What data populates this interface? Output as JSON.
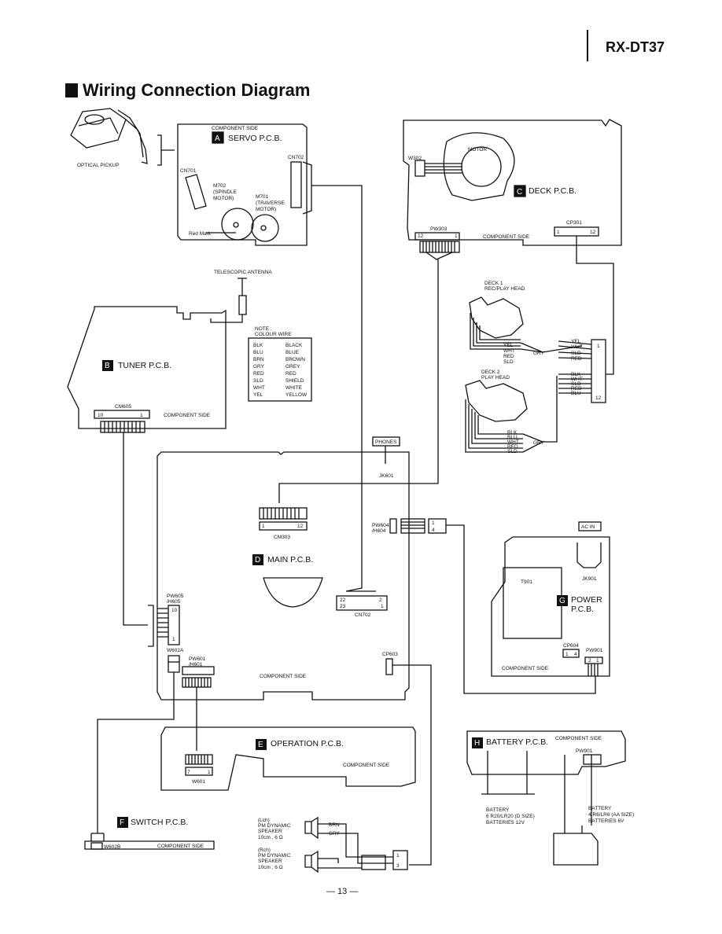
{
  "header": {
    "model": "RX-DT37"
  },
  "title": "Wiring Connection Diagram",
  "page_number": "— 13 —",
  "optical_pickup": "OPTICAL PICKUP",
  "servo": {
    "letter": "A",
    "name": "SERVO P.C.B.",
    "side": "COMPONENT SIDE",
    "cn701": "CN701",
    "cn702": "CN702",
    "m702": [
      "M702",
      "(SPINDLE",
      "MOTOR)"
    ],
    "m701": [
      "M701",
      "(TRAVERSE",
      "MOTOR)"
    ],
    "red_mark": "Red Mark"
  },
  "deck": {
    "letter": "C",
    "name": "DECK P.C.B.",
    "motor": "MOTOR",
    "w302": "W302",
    "pw303": "PW303",
    "pw303_pins": [
      "12",
      "1"
    ],
    "side": "COMPONENT SIDE",
    "cp301": "CP301",
    "cp301_pins": [
      "1",
      "12"
    ]
  },
  "antenna": "TELESCOPIC ANTENNA",
  "tuner": {
    "letter": "B",
    "name": "TUNER P.C.B.",
    "cm605": "CM605",
    "pins": [
      "10",
      "1"
    ],
    "side": "COMPONENT SIDE"
  },
  "note": {
    "title": [
      "NOTE :",
      "COLOUR WIRE"
    ],
    "rows": [
      [
        "BLK",
        "BLACK"
      ],
      [
        "BLU",
        "BLUE"
      ],
      [
        "BRN",
        "BROWN"
      ],
      [
        "GRY",
        "GREY"
      ],
      [
        "RED",
        "RED"
      ],
      [
        "SLD",
        "SHIELD"
      ],
      [
        "WHT",
        "WHITE"
      ],
      [
        "YEL",
        "YELLOW"
      ]
    ]
  },
  "heads": {
    "deck1": [
      "DECK 1",
      "REC/PLAY HEAD"
    ],
    "deck2": [
      "DECK 2",
      "PLAY HEAD"
    ],
    "deck1_wires": [
      "YEL",
      "WHT",
      "RED",
      "SLD"
    ],
    "deck2_wires": [
      "BLK",
      "BLU",
      "WHT",
      "RED",
      "SLD"
    ],
    "gry": "GRY",
    "conn_upper": [
      "YEL",
      "WHT",
      "SLD",
      "RED"
    ],
    "conn_lower": [
      "BLK",
      "WHT",
      "SLD",
      "RED",
      "BLU"
    ],
    "conn_pins": [
      "1",
      "12"
    ]
  },
  "main": {
    "letter": "D",
    "name": "MAIN P.C.B.",
    "phones": "PHONES",
    "jk601": "JK601",
    "cm303": "CM303",
    "cm303_pins": [
      "1",
      "12"
    ],
    "pw604": [
      "PW604",
      "/H604"
    ],
    "pw604_pins": [
      "1",
      "4"
    ],
    "pw605": [
      "PW605",
      "/H605"
    ],
    "pw605_pins": [
      "10",
      "1"
    ],
    "cn702": "CN702",
    "cn702_pins": [
      "22",
      "2",
      "23",
      "1"
    ],
    "cp603": "CP603",
    "w602a": "W602A",
    "pw601": [
      "PW601",
      "/H601"
    ],
    "side": "COMPONENT SIDE"
  },
  "power": {
    "letter": "G",
    "name": [
      "POWER",
      "P.C.B."
    ],
    "ac_in": "AC IN",
    "jk901": "JK901",
    "t901": "T901",
    "cp604": "CP604",
    "cp604_pins": [
      "1",
      "4"
    ],
    "pw901": "PW901",
    "pw901_pins": [
      "2",
      "1"
    ],
    "side": "COMPONENT SIDE"
  },
  "operation": {
    "letter": "E",
    "name": "OPERATION P.C.B.",
    "side": "COMPONENT SIDE",
    "w601": "W601",
    "pins": [
      "7",
      "1"
    ]
  },
  "switch": {
    "letter": "F",
    "name": "SWITCH P.C.B.",
    "side": "COMPONENT SIDE",
    "w602b": "W602B"
  },
  "battery": {
    "letter": "H",
    "name": "BATTERY P.C.B.",
    "side": "COMPONENT SIDE",
    "pw901": "PW901",
    "batt1": [
      "BATTERY",
      "6 R20/LR20 (D SIZE)",
      "BATTERIES 12V"
    ],
    "batt2": [
      "BATTERY",
      "4 R6/LR6 (AA SIZE)",
      "BATTERIES 6V"
    ]
  },
  "speakers": {
    "lch": [
      "(Lch)",
      "PM DYNAMIC",
      "SPEAKER",
      "10cm , 6 Ω"
    ],
    "rch": [
      "(Rch)",
      "PM DYNAMIC",
      "SPEAKER",
      "10cm , 6 Ω"
    ],
    "wires": [
      "BRN",
      "GRY"
    ],
    "pins": [
      "1",
      "3"
    ]
  }
}
